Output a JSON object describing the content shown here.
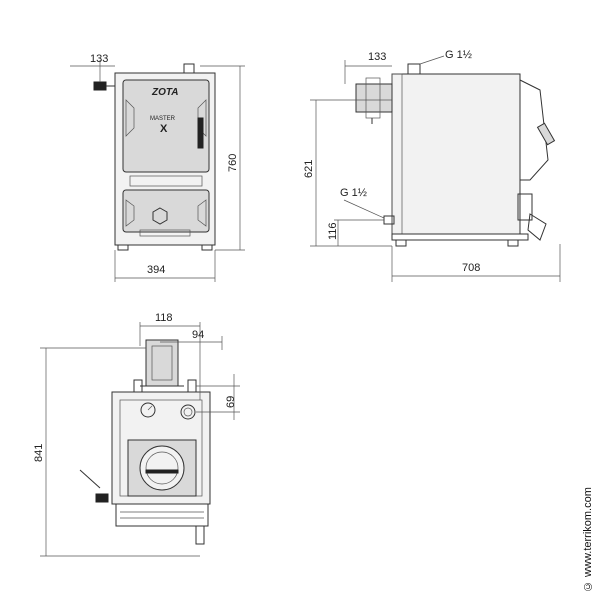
{
  "front_view": {
    "width_dim": "394",
    "height_dim": "760",
    "pipe_offset_dim": "133",
    "brand_text": "ZOTA",
    "model_text_1": "MASTER",
    "model_text_2": "X"
  },
  "side_view": {
    "pipe_offset_dim": "133",
    "top_pipe_label": "G 1½",
    "bottom_pipe_label": "G 1½",
    "height_dim": "621",
    "low_pipe_dim": "116",
    "depth_dim": "708"
  },
  "rear_view": {
    "dim_118": "118",
    "dim_94": "94",
    "dim_69": "69",
    "height_dim": "841"
  },
  "watermark": "© www.terrikom.com"
}
